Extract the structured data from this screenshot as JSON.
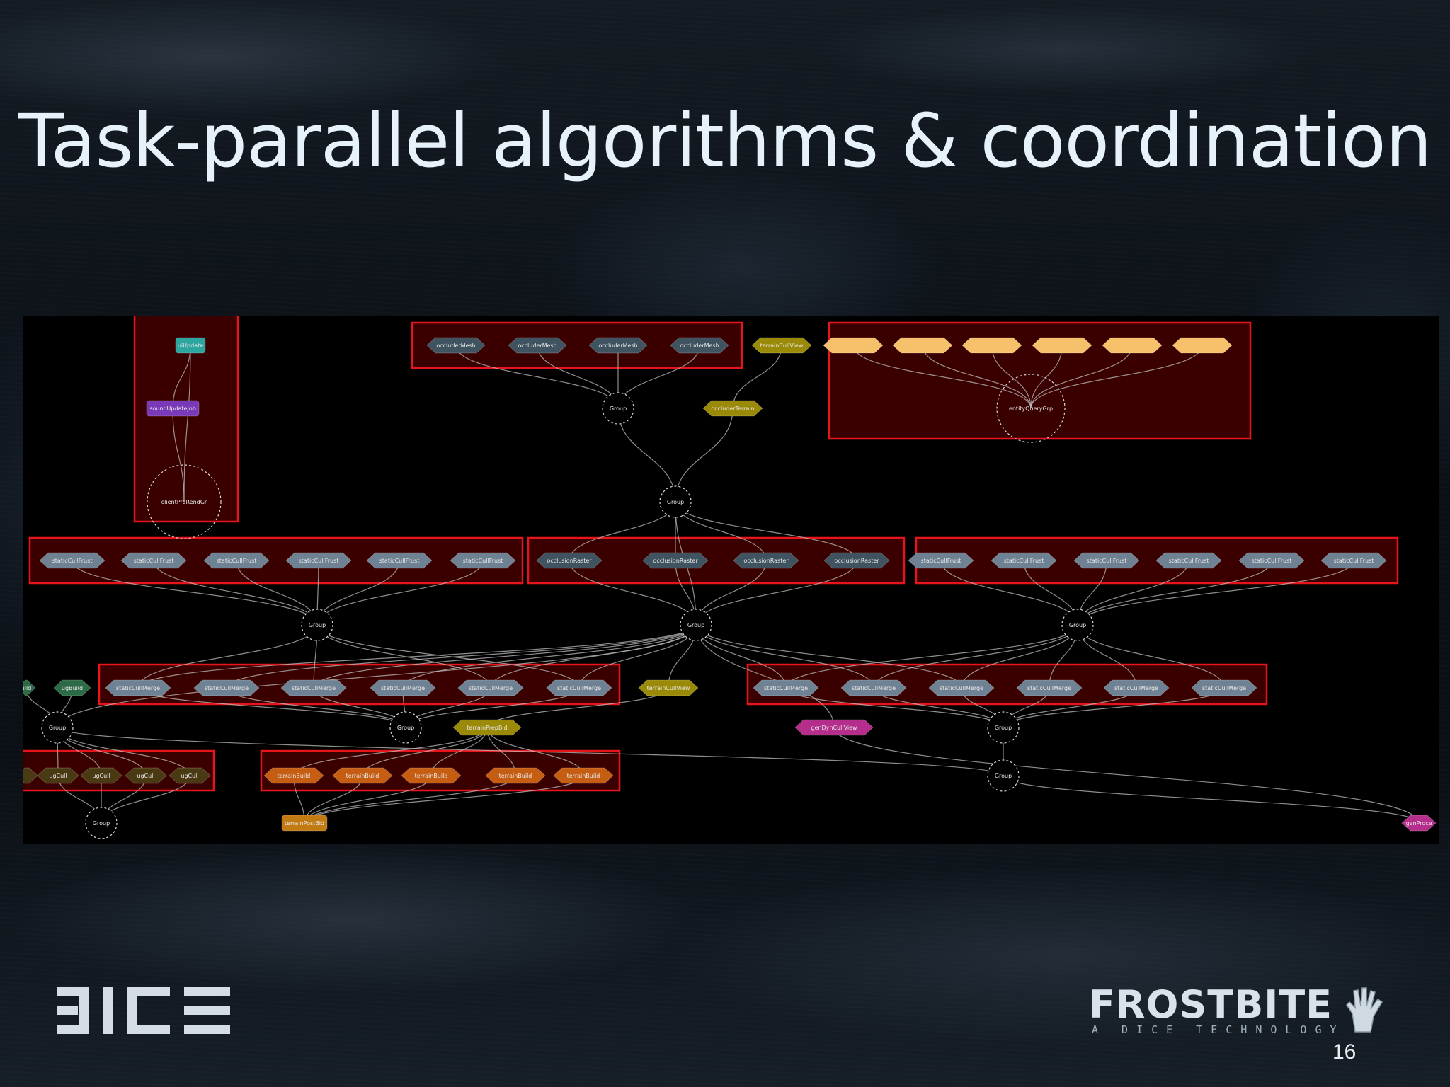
{
  "slide": {
    "title": "Task-parallel algorithms & coordination",
    "page_number": "16"
  },
  "logos": {
    "left_brand": "DICE",
    "right_brand": "FROSTBITE",
    "right_tagline": "A DICE TECHNOLOGY"
  },
  "graph": {
    "colors": {
      "group_box": "#e8141c",
      "group_fill": "#3a0000",
      "edge": "#bdbdbd",
      "steel": "#6f8294",
      "slate": "#3f5460",
      "olive": "#9b8a08",
      "teal": "#2ea6a0",
      "purple": "#7a3ab8",
      "peach": "#f7c06a",
      "orange": "#c55d12",
      "amber": "#c27a12",
      "green": "#2d6b46",
      "brown": "#4a3a14",
      "magenta": "#b52e8c"
    },
    "nodes": [
      {
        "id": "uiUpdate",
        "label": "uiUpdate",
        "color": "teal",
        "shape": "rect"
      },
      {
        "id": "soundUpdateJob",
        "label": "soundUpdateJob",
        "color": "purple",
        "shape": "rect"
      },
      {
        "id": "clientPreRendGr",
        "label": "clientPreRendGr",
        "shape": "circle"
      },
      {
        "id": "om1",
        "label": "occluderMesh",
        "color": "slate",
        "shape": "hex"
      },
      {
        "id": "om2",
        "label": "occluderMesh",
        "color": "slate",
        "shape": "hex"
      },
      {
        "id": "om3",
        "label": "occluderMesh",
        "color": "slate",
        "shape": "hex"
      },
      {
        "id": "om4",
        "label": "occluderMesh",
        "color": "slate",
        "shape": "hex"
      },
      {
        "id": "terrainCullView1",
        "label": "terrainCullView",
        "color": "olive",
        "shape": "hex"
      },
      {
        "id": "occluderTerrain",
        "label": "occluderTerrain",
        "color": "olive",
        "shape": "hex"
      },
      {
        "id": "grpTop",
        "label": "Group",
        "shape": "circle"
      },
      {
        "id": "eq1",
        "label": "",
        "color": "peach",
        "shape": "hex"
      },
      {
        "id": "eq2",
        "label": "",
        "color": "peach",
        "shape": "hex"
      },
      {
        "id": "eq3",
        "label": "",
        "color": "peach",
        "shape": "hex"
      },
      {
        "id": "eq4",
        "label": "",
        "color": "peach",
        "shape": "hex"
      },
      {
        "id": "eq5",
        "label": "",
        "color": "peach",
        "shape": "hex"
      },
      {
        "id": "eq6",
        "label": "",
        "color": "peach",
        "shape": "hex"
      },
      {
        "id": "entityQueryGrp",
        "label": "entityQueryGrp",
        "shape": "circle"
      },
      {
        "id": "grpMid",
        "label": "Group",
        "shape": "circle"
      },
      {
        "id": "scfL1",
        "label": "staticCullFrust",
        "color": "steel",
        "shape": "hex"
      },
      {
        "id": "scfL2",
        "label": "staticCullFrust",
        "color": "steel",
        "shape": "hex"
      },
      {
        "id": "scfL3",
        "label": "staticCullFrust",
        "color": "steel",
        "shape": "hex"
      },
      {
        "id": "scfL4",
        "label": "staticCullFrust",
        "color": "steel",
        "shape": "hex"
      },
      {
        "id": "scfL5",
        "label": "staticCullFrust",
        "color": "steel",
        "shape": "hex"
      },
      {
        "id": "scfL6",
        "label": "staticCullFrust",
        "color": "steel",
        "shape": "hex"
      },
      {
        "id": "or1",
        "label": "occlusionRaster",
        "color": "slate",
        "shape": "hex"
      },
      {
        "id": "or2",
        "label": "occlusionRaster",
        "color": "slate",
        "shape": "hex"
      },
      {
        "id": "or3",
        "label": "occlusionRaster",
        "color": "slate",
        "shape": "hex"
      },
      {
        "id": "or4",
        "label": "occlusionRaster",
        "color": "slate",
        "shape": "hex"
      },
      {
        "id": "scfR1",
        "label": "staticCullFrust",
        "color": "steel",
        "shape": "hex"
      },
      {
        "id": "scfR2",
        "label": "staticCullFrust",
        "color": "steel",
        "shape": "hex"
      },
      {
        "id": "scfR3",
        "label": "staticCullFrust",
        "color": "steel",
        "shape": "hex"
      },
      {
        "id": "scfR4",
        "label": "staticCullFrust",
        "color": "steel",
        "shape": "hex"
      },
      {
        "id": "scfR5",
        "label": "staticCullFrust",
        "color": "steel",
        "shape": "hex"
      },
      {
        "id": "scfR6",
        "label": "staticCullFrust",
        "color": "steel",
        "shape": "hex"
      },
      {
        "id": "grpL",
        "label": "Group",
        "shape": "circle"
      },
      {
        "id": "grpC",
        "label": "Group",
        "shape": "circle"
      },
      {
        "id": "grpR",
        "label": "Group",
        "shape": "circle"
      },
      {
        "id": "build",
        "label": "uild",
        "color": "green",
        "shape": "hex"
      },
      {
        "id": "ugBuild",
        "label": "ugBuild",
        "color": "green",
        "shape": "hex"
      },
      {
        "id": "scmL1",
        "label": "staticCullMerge",
        "color": "steel",
        "shape": "hex"
      },
      {
        "id": "scmL2",
        "label": "staticCullMerge",
        "color": "steel",
        "shape": "hex"
      },
      {
        "id": "scmL3",
        "label": "staticCullMerge",
        "color": "steel",
        "shape": "hex"
      },
      {
        "id": "scmL4",
        "label": "staticCullMerge",
        "color": "steel",
        "shape": "hex"
      },
      {
        "id": "scmL5",
        "label": "staticCullMerge",
        "color": "steel",
        "shape": "hex"
      },
      {
        "id": "scmL6",
        "label": "staticCullMerge",
        "color": "steel",
        "shape": "hex"
      },
      {
        "id": "terrainCullView2",
        "label": "terrainCullView",
        "color": "olive",
        "shape": "hex"
      },
      {
        "id": "scmR1",
        "label": "staticCullMerge",
        "color": "steel",
        "shape": "hex"
      },
      {
        "id": "scmR2",
        "label": "staticCullMerge",
        "color": "steel",
        "shape": "hex"
      },
      {
        "id": "scmR3",
        "label": "staticCullMerge",
        "color": "steel",
        "shape": "hex"
      },
      {
        "id": "scmR4",
        "label": "staticCullMerge",
        "color": "steel",
        "shape": "hex"
      },
      {
        "id": "scmR5",
        "label": "staticCullMerge",
        "color": "steel",
        "shape": "hex"
      },
      {
        "id": "scmR6",
        "label": "staticCullMerge",
        "color": "steel",
        "shape": "hex"
      },
      {
        "id": "grpUg",
        "label": "Group",
        "shape": "circle"
      },
      {
        "id": "grpScmL",
        "label": "Group",
        "shape": "circle"
      },
      {
        "id": "terrainPrepBld",
        "label": "terrainPrepBld",
        "color": "olive",
        "shape": "hex"
      },
      {
        "id": "genDynCullView",
        "label": "genDynCullView",
        "color": "magenta",
        "shape": "hex"
      },
      {
        "id": "grpScmR",
        "label": "Group",
        "shape": "circle"
      },
      {
        "id": "ugEdge",
        "label": "",
        "color": "brown",
        "shape": "hex"
      },
      {
        "id": "ug1",
        "label": "ugCull",
        "color": "brown",
        "shape": "hex"
      },
      {
        "id": "ug2",
        "label": "ugCull",
        "color": "brown",
        "shape": "hex"
      },
      {
        "id": "ug3",
        "label": "ugCull",
        "color": "brown",
        "shape": "hex"
      },
      {
        "id": "ug4",
        "label": "ugCull",
        "color": "brown",
        "shape": "hex"
      },
      {
        "id": "tb1",
        "label": "terrainBuild",
        "color": "orange",
        "shape": "hex"
      },
      {
        "id": "tb2",
        "label": "terrainBuild",
        "color": "orange",
        "shape": "hex"
      },
      {
        "id": "tb3",
        "label": "terrainBuild",
        "color": "orange",
        "shape": "hex"
      },
      {
        "id": "tb4",
        "label": "terrainBuild",
        "color": "orange",
        "shape": "hex"
      },
      {
        "id": "tb5",
        "label": "terrainBuild",
        "color": "orange",
        "shape": "hex"
      },
      {
        "id": "grpLow",
        "label": "Group",
        "shape": "circle"
      },
      {
        "id": "grpUgCull",
        "label": "Group",
        "shape": "circle"
      },
      {
        "id": "terrainPostBld",
        "label": "terrainPostBld",
        "color": "amber",
        "shape": "rect"
      },
      {
        "id": "genProce",
        "label": "genProce",
        "color": "magenta",
        "shape": "hex"
      }
    ],
    "edges": [
      [
        "uiUpdate",
        "soundUpdateJob"
      ],
      [
        "uiUpdate",
        "clientPreRendGr"
      ],
      [
        "soundUpdateJob",
        "clientPreRendGr"
      ],
      [
        "om1",
        "grpTop"
      ],
      [
        "om2",
        "grpTop"
      ],
      [
        "om3",
        "grpTop"
      ],
      [
        "om4",
        "grpTop"
      ],
      [
        "terrainCullView1",
        "occluderTerrain"
      ],
      [
        "occluderTerrain",
        "grpMid"
      ],
      [
        "grpTop",
        "grpMid"
      ],
      [
        "eq1",
        "entityQueryGrp"
      ],
      [
        "eq2",
        "entityQueryGrp"
      ],
      [
        "eq3",
        "entityQueryGrp"
      ],
      [
        "eq4",
        "entityQueryGrp"
      ],
      [
        "eq5",
        "entityQueryGrp"
      ],
      [
        "eq6",
        "entityQueryGrp"
      ],
      [
        "grpMid",
        "or1"
      ],
      [
        "grpMid",
        "or2"
      ],
      [
        "grpMid",
        "or3"
      ],
      [
        "grpMid",
        "or4"
      ],
      [
        "grpMid",
        "grpC"
      ],
      [
        "scfL1",
        "grpL"
      ],
      [
        "scfL2",
        "grpL"
      ],
      [
        "scfL3",
        "grpL"
      ],
      [
        "scfL4",
        "grpL"
      ],
      [
        "scfL5",
        "grpL"
      ],
      [
        "scfL6",
        "grpL"
      ],
      [
        "or1",
        "grpC"
      ],
      [
        "or2",
        "grpC"
      ],
      [
        "or3",
        "grpC"
      ],
      [
        "or4",
        "grpC"
      ],
      [
        "scfR1",
        "grpR"
      ],
      [
        "scfR2",
        "grpR"
      ],
      [
        "scfR3",
        "grpR"
      ],
      [
        "scfR4",
        "grpR"
      ],
      [
        "scfR5",
        "grpR"
      ],
      [
        "scfR6",
        "grpR"
      ],
      [
        "grpL",
        "scmL1"
      ],
      [
        "grpL",
        "scmL3"
      ],
      [
        "grpL",
        "scmL5"
      ],
      [
        "grpL",
        "scmL6"
      ],
      [
        "grpC",
        "scmL1"
      ],
      [
        "grpC",
        "scmL2"
      ],
      [
        "grpC",
        "scmL3"
      ],
      [
        "grpC",
        "scmL4"
      ],
      [
        "grpC",
        "scmL5"
      ],
      [
        "grpC",
        "scmL6"
      ],
      [
        "grpC",
        "terrainCullView2"
      ],
      [
        "grpC",
        "genDynCullView"
      ],
      [
        "grpC",
        "scmR1"
      ],
      [
        "grpC",
        "scmR2"
      ],
      [
        "grpC",
        "scmR3"
      ],
      [
        "grpC",
        "grpUg"
      ],
      [
        "grpR",
        "scmR1"
      ],
      [
        "grpR",
        "scmR2"
      ],
      [
        "grpR",
        "scmR3"
      ],
      [
        "grpR",
        "scmR4"
      ],
      [
        "grpR",
        "scmR5"
      ],
      [
        "grpR",
        "scmR6"
      ],
      [
        "scmL1",
        "grpScmL"
      ],
      [
        "scmL2",
        "grpScmL"
      ],
      [
        "scmL3",
        "grpScmL"
      ],
      [
        "scmL4",
        "grpScmL"
      ],
      [
        "scmL5",
        "grpScmL"
      ],
      [
        "scmL6",
        "grpScmL"
      ],
      [
        "terrainCullView2",
        "terrainPrepBld"
      ],
      [
        "scmR1",
        "grpScmR"
      ],
      [
        "scmR2",
        "grpScmR"
      ],
      [
        "scmR3",
        "grpScmR"
      ],
      [
        "scmR4",
        "grpScmR"
      ],
      [
        "scmR5",
        "grpScmR"
      ],
      [
        "scmR6",
        "grpScmR"
      ],
      [
        "build",
        "grpUg"
      ],
      [
        "ugBuild",
        "grpUg"
      ],
      [
        "grpUg",
        "ug1"
      ],
      [
        "grpUg",
        "ug2"
      ],
      [
        "grpUg",
        "ug3"
      ],
      [
        "grpUg",
        "ug4"
      ],
      [
        "grpUg",
        "grpLow"
      ],
      [
        "terrainPrepBld",
        "tb1"
      ],
      [
        "terrainPrepBld",
        "tb2"
      ],
      [
        "terrainPrepBld",
        "tb3"
      ],
      [
        "terrainPrepBld",
        "tb4"
      ],
      [
        "terrainPrepBld",
        "tb5"
      ],
      [
        "tb1",
        "terrainPostBld"
      ],
      [
        "tb2",
        "terrainPostBld"
      ],
      [
        "tb3",
        "terrainPostBld"
      ],
      [
        "tb4",
        "terrainPostBld"
      ],
      [
        "tb5",
        "terrainPostBld"
      ],
      [
        "ug1",
        "grpUgCull"
      ],
      [
        "ug2",
        "grpUgCull"
      ],
      [
        "ug3",
        "grpUgCull"
      ],
      [
        "ug4",
        "grpUgCull"
      ],
      [
        "grpScmR",
        "grpLow"
      ],
      [
        "genDynCullView",
        "genProce"
      ],
      [
        "grpLow",
        "genProce"
      ]
    ]
  }
}
